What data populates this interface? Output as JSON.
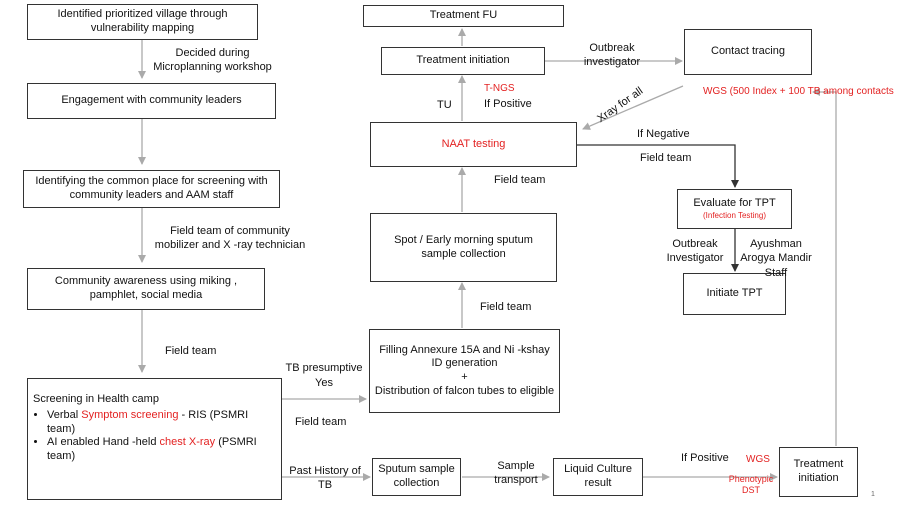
{
  "nodes": {
    "village": "Identified prioritized village through vulnerability mapping",
    "engagement": "Engagement with community leaders",
    "common_place": "Identifying the common  place for screening with community leaders and AAM staff",
    "awareness": "Community awareness using  miking , pamphlet, social media",
    "screening_title": "Screening in Health camp",
    "screening_item1_pre": "Verbal ",
    "screening_item1_red": "Symptom screening",
    "screening_item1_post": " - RIS (PSMRI team)",
    "screening_item2_pre": "AI enabled Hand -held ",
    "screening_item2_red": "chest X-ray",
    "screening_item2_post": " (PSMRI team)",
    "treatment_fu": "Treatment FU",
    "treatment_init_top": "Treatment initiation",
    "naat": "NAAT testing",
    "spot": "Spot / Early morning sputum sample collection",
    "filling_l1": "Filling Annexure 15A and Ni -kshay ID generation",
    "filling_l2": "+",
    "filling_l3": "Distribution of falcon tubes to eligible",
    "contact": "Contact tracing",
    "evaluate": "Evaluate for  TPT",
    "evaluate_sub": "(Infection Testing)",
    "initiate_tpt": "Initiate TPT",
    "sputum": "Sputum sample collection",
    "liquid": "Liquid Culture result",
    "treatment_init_bottom": "Treatment initiation"
  },
  "labels": {
    "microplanning": "Decided during Microplanning workshop",
    "field_team_mobilizer": "Field team of community mobilizer and X -ray technician",
    "field_team_1": "Field team",
    "tb_presumptive": "TB presumptive",
    "yes": "Yes",
    "field_team_2": "Field team",
    "past_history": "Past History of TB",
    "sample_transport": "Sample transport",
    "if_positive_bottom": "If Positive",
    "wgs_bottom": "WGS",
    "phenotypic": "Phenotypic DST",
    "field_team_3": "Field team",
    "field_team_4": "Field team",
    "tu": "TU",
    "if_positive_top": "If Positive",
    "t_ngs": "T-NGS",
    "outbreak_top": "Outbreak investigator",
    "xray_for_all": "Xray for all",
    "wgs_note": "WGS (500 Index + 100 TB among contacts",
    "if_negative": "If Negative",
    "field_team_5": "Field team",
    "outbreak_bottom": "Outbreak Investigator",
    "ayushman": "Ayushman Arogya Mandir Staff",
    "page_number": "1"
  }
}
